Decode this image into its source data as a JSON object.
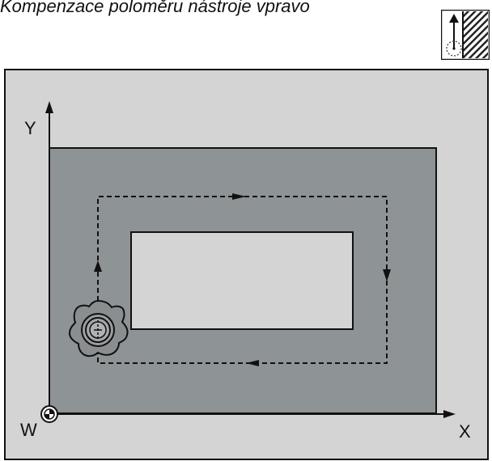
{
  "title": "Kompenzace poloměru nástroje vpravo",
  "axes": {
    "y_label": "Y",
    "x_label": "X",
    "origin_label": "W"
  },
  "icon": {
    "name": "tool-radius-compensation-right-icon"
  },
  "colors": {
    "panel_background": "#d4d4d4",
    "workpiece": "#8e9395",
    "pocket": "#d4d4d4",
    "tool": "#8a8e90",
    "line": "#111111"
  }
}
